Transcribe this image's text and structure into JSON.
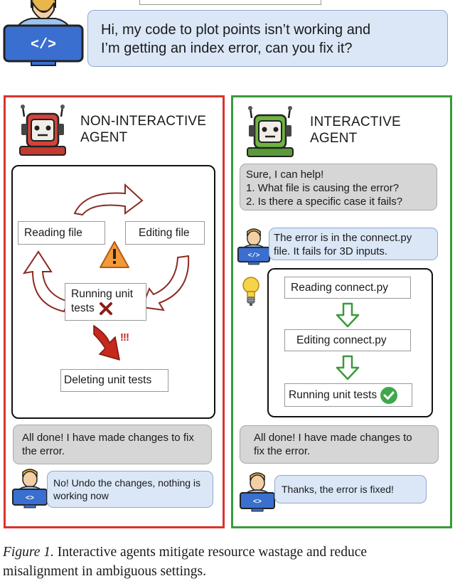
{
  "user_prompt": {
    "line1": "Hi, my code to plot points isn’t working and",
    "line2": "I’m getting an index error, can you fix it?"
  },
  "left_panel": {
    "title_line1": "NON-INTERACTIVE",
    "title_line2": "AGENT",
    "border_color": "#d9342b",
    "nodes": {
      "reading": "Reading file",
      "editing": "Editing file",
      "running_line1": "Running unit",
      "running_line2": "tests",
      "deleting": "Deleting unit tests",
      "alarm": "!!!"
    },
    "agent_reply_line1": "All done! I have made changes to fix",
    "agent_reply_line2": "the error.",
    "user_reply_line1": "No! Undo the changes, nothing is",
    "user_reply_line2": "working now"
  },
  "right_panel": {
    "title_line1": "INTERACTIVE",
    "title_line2": "AGENT",
    "border_color": "#3a9a3a",
    "agent_question_line1": "Sure, I can help!",
    "agent_question_line2": "1. What file is causing the error?",
    "agent_question_line3": "2. Is there a specific case it fails?",
    "user_answer_line1": "The error is in the connect.py",
    "user_answer_line2": "file. It fails for 3D inputs.",
    "steps": [
      "Reading connect.py",
      "Editing connect.py",
      "Running unit tests"
    ],
    "agent_reply_line1": "All done! I have made changes to",
    "agent_reply_line2": "fix the error.",
    "user_reply": "Thanks, the error is fixed!"
  },
  "caption": {
    "label": "Figure 1.",
    "line1": " Interactive agents mitigate resource wastage and reduce",
    "line2": "misalignment in ambiguous settings."
  },
  "icons": [
    "user-avatar-icon",
    "code-monitor-icon",
    "robot-icon",
    "warning-icon",
    "lightbulb-icon",
    "cross-icon",
    "check-icon",
    "down-arrow-icon",
    "cycle-arrow-icon"
  ]
}
